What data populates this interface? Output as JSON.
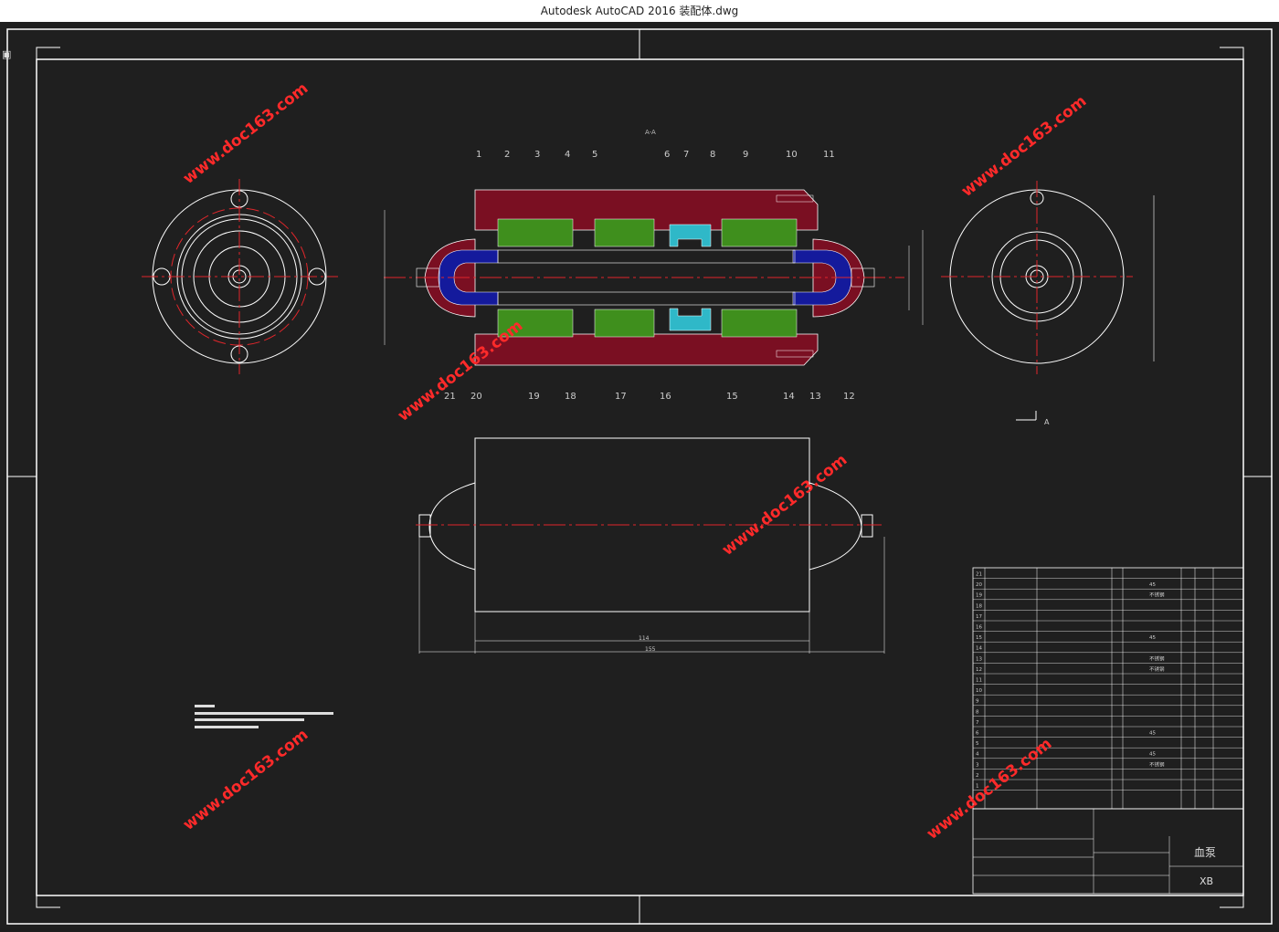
{
  "window": {
    "title": "Autodesk AutoCAD 2016     装配体.dwg",
    "system_menu_glyph": "▣"
  },
  "drawing": {
    "section_label": "A-A",
    "view_label": "A",
    "balloon_numbers_top": [
      "1",
      "2",
      "3",
      "4",
      "5",
      "6",
      "7",
      "8",
      "9",
      "10",
      "11"
    ],
    "balloon_numbers_bottom": [
      "21",
      "20",
      "19",
      "18",
      "17",
      "16",
      "15",
      "14",
      "13",
      "12"
    ],
    "dim_114": "114",
    "dim_155": "155",
    "title_block": {
      "product_name": "血泵",
      "drawing_code": "XB"
    },
    "watermark": "www.doc163.com"
  },
  "bom": {
    "numbers": [
      "21",
      "20",
      "19",
      "18",
      "17",
      "16",
      "15",
      "14",
      "13",
      "12",
      "11",
      "10",
      "9",
      "8",
      "7",
      "6",
      "5",
      "4",
      "3",
      "2",
      "1"
    ],
    "materials": [
      "",
      "45",
      "不锈钢",
      "",
      "",
      "",
      "45",
      "",
      "不锈钢",
      "不锈钢",
      "",
      "",
      "",
      "",
      "",
      "45",
      "",
      "45",
      "不锈钢",
      "",
      ""
    ]
  },
  "colors": {
    "background": "#1f1f1f",
    "line": "#ffffff",
    "centerline": "#e0262b",
    "housing": "#7a0f22",
    "green_coil": "#3f8f1d",
    "rotor_blue": "#141a9c",
    "cyan_part": "#2fb8c8",
    "watermark": "#ff2a2a"
  }
}
